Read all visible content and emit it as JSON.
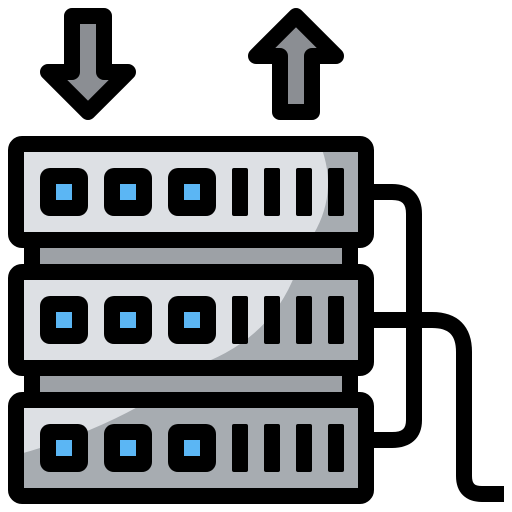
{
  "icon": {
    "name": "server-rack-data-transfer-icon",
    "elements": {
      "download_arrow": "arrow-down-icon",
      "upload_arrow": "arrow-up-icon",
      "server_units": 3,
      "leds_per_unit": 3,
      "vents_per_unit": 4
    },
    "colors": {
      "outline": "#000000",
      "panel_light": "#dde0e4",
      "panel_shadow": "#a7acb1",
      "gap_light": "#9da1a6",
      "gap_dark": "#56595d",
      "arrow_fill": "#8b8e93",
      "led": "#5bb6f4"
    }
  }
}
